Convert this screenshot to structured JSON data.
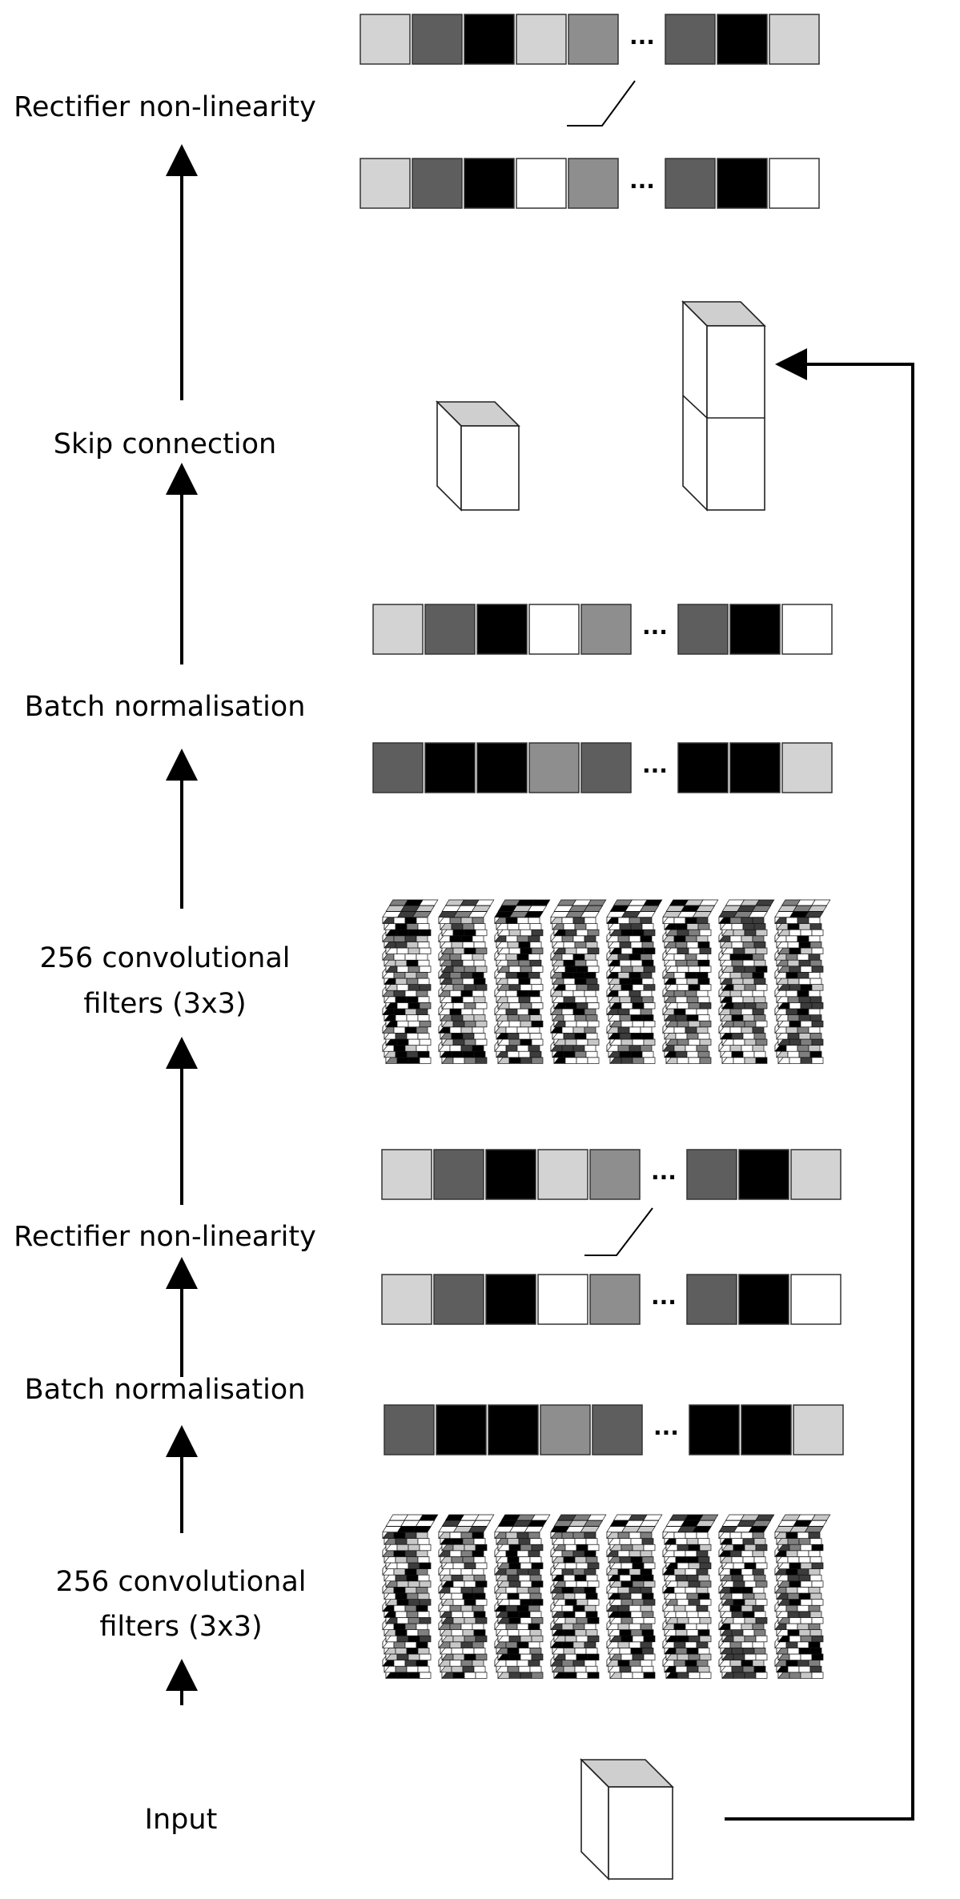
{
  "steps": [
    {
      "id": "relu_top",
      "label": "Rectifier non-linearity"
    },
    {
      "id": "skip",
      "label": "Skip connection"
    },
    {
      "id": "bn_top",
      "label": "Batch normalisation"
    },
    {
      "id": "conv_top",
      "label_line1": "256 convolutional",
      "label_line2": "filters (3x3)"
    },
    {
      "id": "relu_bottom",
      "label": "Rectifier non-linearity"
    },
    {
      "id": "bn_bottom",
      "label": "Batch normalisation"
    },
    {
      "id": "conv_bottom",
      "label_line1": "256 convolutional",
      "label_line2": "filters (3x3)"
    },
    {
      "id": "input",
      "label": "Input"
    }
  ],
  "ellipsis": "...",
  "palette": {
    "light": "#d3d3d3",
    "mid": "#8e8e8e",
    "dark": "#5e5e5e",
    "black": "#000000",
    "white": "#ffffff",
    "cube_top": "#cfcfcf",
    "stroke": "#000000"
  },
  "rows": {
    "relu_top_out": [
      "light",
      "dark",
      "black",
      "light",
      "mid",
      "dark",
      "black",
      "light"
    ],
    "relu_top_in": [
      "light",
      "dark",
      "black",
      "white",
      "mid",
      "dark",
      "black",
      "white"
    ],
    "bn_top_out": [
      "light",
      "dark",
      "black",
      "white",
      "mid",
      "dark",
      "black",
      "white"
    ],
    "bn_top_in": [
      "dark",
      "black",
      "black",
      "mid",
      "dark",
      "black",
      "black",
      "light"
    ],
    "relu_bottom_out": [
      "light",
      "dark",
      "black",
      "light",
      "mid",
      "dark",
      "black",
      "light"
    ],
    "relu_bottom_in": [
      "light",
      "dark",
      "black",
      "white",
      "mid",
      "dark",
      "black",
      "white"
    ],
    "bn_bottom_in": [
      "dark",
      "black",
      "black",
      "mid",
      "dark",
      "black",
      "black",
      "light"
    ]
  }
}
